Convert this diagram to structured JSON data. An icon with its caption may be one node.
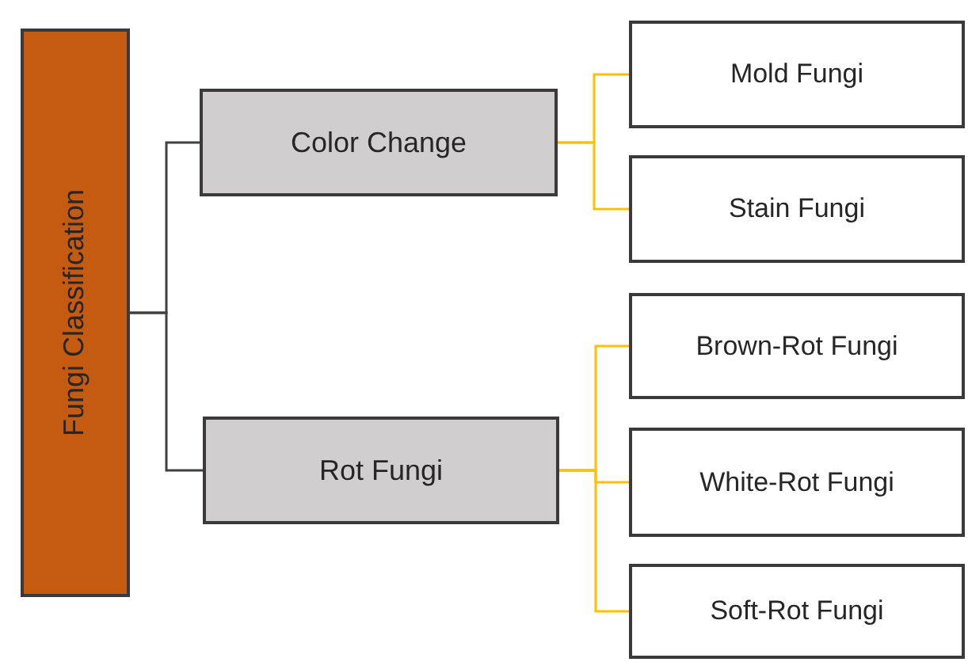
{
  "diagram": {
    "nodes": [
      {
        "text": [
          "Fungi Classification"
        ]
      },
      {
        "text": [
          "Color Change"
        ]
      },
      {
        "text": [
          "Rot Fungi"
        ]
      },
      {
        "text": [
          "Mold Fungi"
        ]
      },
      {
        "text": [
          "Stain Fungi"
        ]
      },
      {
        "text": [
          "Brown-Rot Fungi"
        ]
      },
      {
        "text": [
          "White-Rot Fungi"
        ]
      },
      {
        "text": [
          "Soft-Rot Fungi"
        ]
      }
    ],
    "edges": [
      {
        "from": 0,
        "to": 1,
        "arrow": "none",
        "color": "#404040"
      },
      {
        "from": 0,
        "to": 2,
        "arrow": "none",
        "color": "#404040"
      },
      {
        "from": 1,
        "to": 3,
        "arrow": "none"
      },
      {
        "from": 1,
        "to": 4,
        "arrow": "none"
      },
      {
        "from": 2,
        "to": 5,
        "arrow": "none"
      },
      {
        "from": 2,
        "to": 6,
        "arrow": "none"
      },
      {
        "from": 2,
        "to": 7,
        "arrow": "none"
      }
    ]
  }
}
